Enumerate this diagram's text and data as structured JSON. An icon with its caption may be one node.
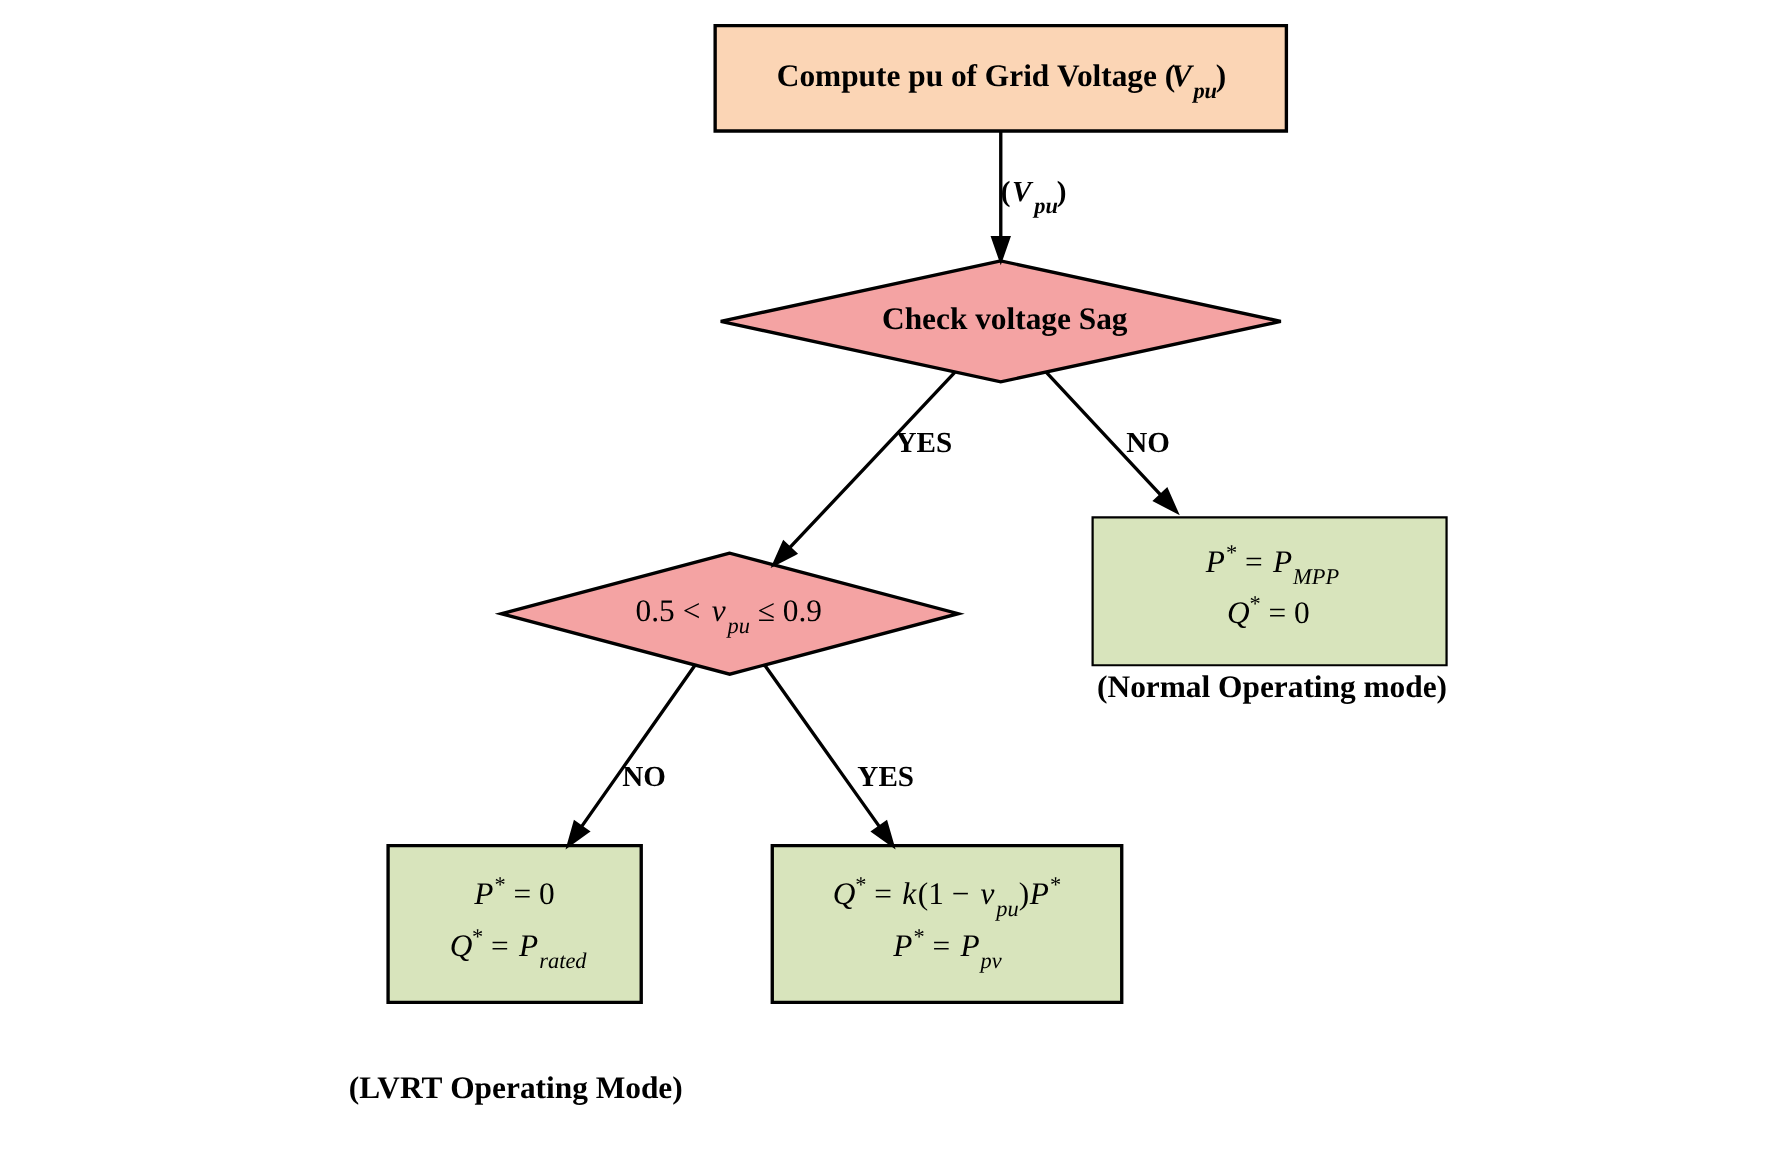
{
  "diagram": {
    "nodes": [
      {
        "text": [
          "Compute pu of Grid Voltage (*V*$_{pu}$)"
        ]
      },
      {
        "text": [
          "Check voltage Sag"
        ]
      },
      {
        "text": [
          "0.5 < *v*$_{pu}$ ≤ 0.9"
        ]
      },
      {
        "text": [
          "*P*$^{*}$ = 0",
          "*Q*$^{*}$ = *P*$_{rated}$"
        ]
      },
      {
        "text": [
          "*Q*$^{*}$ = *k*(1 − *v*$_{pu}$)*P*$^{*}$",
          "*P*$^{*}$ = *P*$_{pv}$"
        ]
      },
      {
        "text": [
          "*P*$^{*}$ = *P*$_{MPP}$",
          "*Q*$^{*}$ = 0"
        ],
        "beside": [
          "(Normal Operating mode)"
        ]
      }
    ],
    "edges": [
      {
        "from": 0,
        "to": 1,
        "arrow": "to",
        "label": "(*V*$_{pu}$)"
      },
      {
        "from": 1,
        "to": 2,
        "arrow": "to",
        "label": "YES"
      },
      {
        "from": 1,
        "to": 5,
        "arrow": "to",
        "label": "NO"
      },
      {
        "from": 2,
        "to": 3,
        "arrow": "to",
        "label": "NO"
      },
      {
        "from": 2,
        "to": 4,
        "arrow": "to",
        "label": "YES"
      }
    ],
    "labels": [
      "(LVRT Operating Mode)"
    ]
  }
}
